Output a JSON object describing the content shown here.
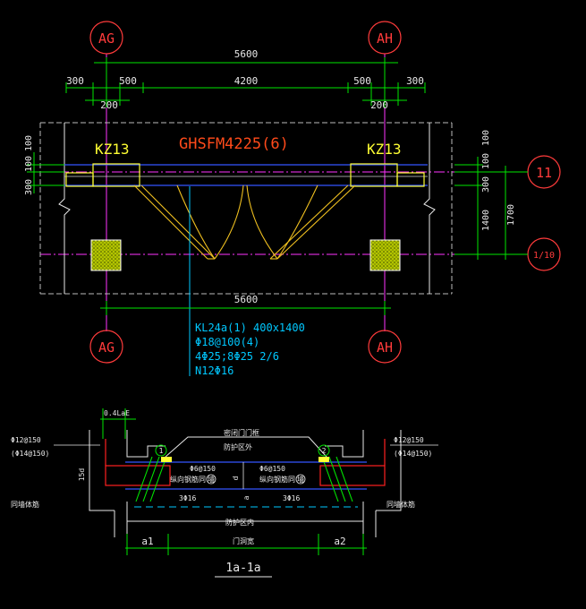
{
  "plan": {
    "axes": {
      "left_top": "AG",
      "right_top": "AH",
      "left_bottom": "AG",
      "right_bottom": "AH",
      "right_upper": "11",
      "right_lower": "1/10"
    },
    "dims_top": {
      "overall": "5600",
      "left_outer": "300",
      "left_inner": "500",
      "middle": "4200",
      "right_inner": "500",
      "right_outer": "300",
      "left_small": "200",
      "right_small": "200"
    },
    "dims_left": {
      "top": "100",
      "mid": "100",
      "bottom": "300"
    },
    "dims_right": {
      "top": "100",
      "mid": "100",
      "lower": "300",
      "span": "1400",
      "total": "1700"
    },
    "dim_bottom": "5600",
    "column_left": "KZ13",
    "column_right": "KZ13",
    "door_label": "GHSFM4225(6)",
    "beam": {
      "line1": "KL24a(1) 400x1400",
      "line2": "Φ18@100(4)",
      "line3": "4Φ25;8Φ25 2/6",
      "line4": "N12Φ16"
    }
  },
  "section": {
    "title": "1a-1a",
    "top_dim": "0.4LaE",
    "left_rebar_1": "Φ12@150",
    "left_rebar_2": "(Φ14@150)",
    "right_rebar_1": "Φ12@150",
    "right_rebar_2": "(Φ14@150)",
    "left_vertical": "15d",
    "left_note": "同墙体筋",
    "right_note": "同墙体筋",
    "top_label_1": "密闭门门框",
    "top_label_2": "防护区外",
    "mark_left": "1",
    "mark_right": "2",
    "stirrup_left": "Φ6@150",
    "stirrup_right": "Φ6@150",
    "bar_left": "3Φ16",
    "bar_right": "3Φ16",
    "frame_left": "纵向钢筋同",
    "frame_right": "纵向钢筋同",
    "tag_left": "墙",
    "tag_right": "墙",
    "center_d": "d",
    "center_a": "a",
    "bottom_label": "防护区内",
    "door_width": "门洞宽",
    "dim_a1": "a1",
    "dim_a2": "a2"
  },
  "colors": {
    "background": "#000000",
    "grid_red": "#ff3b3b",
    "dim_green": "#00e600",
    "magenta": "#ff33ff",
    "blue": "#3355ff",
    "yellow": "#ffff33",
    "door_orange": "#ff4a1a",
    "beam_cyan": "#00c8ff",
    "column_hatch": "#8ea000"
  }
}
